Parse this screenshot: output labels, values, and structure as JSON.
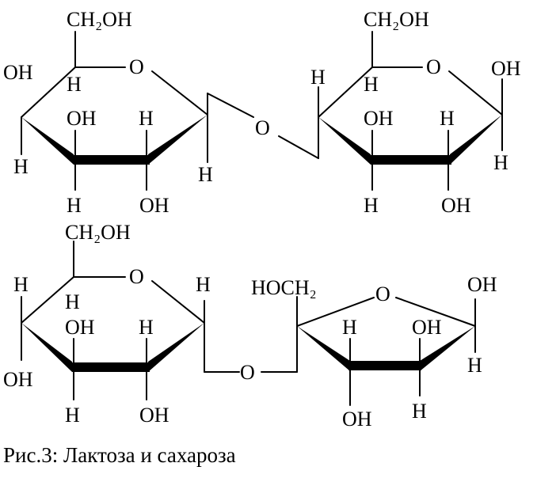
{
  "caption": "Рис.3: Лактоза и сахароза",
  "lactose": {
    "ring1": {
      "ch2oh": "CH₂OH",
      "ring_o": "O",
      "c4_oh": "OH",
      "c4_h": "H",
      "c5_h": "H",
      "c3_oh": "OH",
      "c3_h": "H",
      "c2_h": "H",
      "c2_oh": "OH",
      "c1_h": "H"
    },
    "link_o": "O",
    "ring2": {
      "ch2oh": "CH₂OH",
      "ring_o": "O",
      "c4_h": "H",
      "c5_h": "H",
      "c3_oh": "OH",
      "c3_h": "H",
      "c2_h": "H",
      "c2_oh": "OH",
      "c1_oh": "OH",
      "c1_h": "H"
    }
  },
  "sucrose": {
    "glucose": {
      "ch2oh": "CH₂OH",
      "ring_o": "O",
      "c4_h": "H",
      "c5_h": "H",
      "c3_oh": "OH",
      "c3_h": "H",
      "c2_h": "H",
      "c2_oh": "OH",
      "c4_oh": "OH",
      "c1_h": "H"
    },
    "link_o": "O",
    "fructose": {
      "hoch2": "HOCH₂",
      "ring_o": "O",
      "c3_h": "H",
      "c3_oh": "OH",
      "c4_oh": "OH",
      "c4_h": "H",
      "c2_oh": "OH",
      "c2_h": "H"
    }
  }
}
